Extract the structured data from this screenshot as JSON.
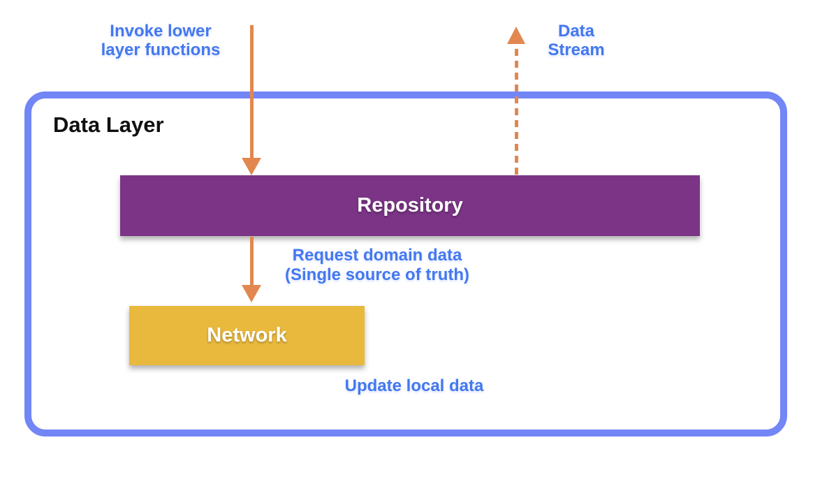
{
  "diagram": {
    "container": {
      "label": "Data Layer"
    },
    "nodes": {
      "repository": {
        "label": "Repository",
        "color": "#7B3486"
      },
      "network": {
        "label": "Network",
        "color": "#E9B93E"
      }
    },
    "annotations": {
      "invoke": {
        "line1": "Invoke lower",
        "line2": "layer functions"
      },
      "stream": {
        "line1": "Data",
        "line2": "Stream"
      },
      "request": {
        "line1": "Request domain data",
        "line2": "(Single source of truth)"
      },
      "update": {
        "text": "Update local data"
      }
    },
    "arrows": {
      "invoke": {
        "style": "solid",
        "direction": "down",
        "points_to": "repository"
      },
      "request": {
        "style": "solid",
        "direction": "down",
        "points_to": "network"
      },
      "stream": {
        "style": "dashed",
        "direction": "up",
        "starts_at": "repository"
      }
    }
  },
  "colors": {
    "label_blue": "#4478F0",
    "arrow_orange": "#E2874F",
    "repository_purple": "#7B3486",
    "network_gold": "#E9B93E",
    "container_border": "#7386F6",
    "title_text": "#101010",
    "node_text": "#FFFFFF",
    "background": "#FFFFFF"
  }
}
